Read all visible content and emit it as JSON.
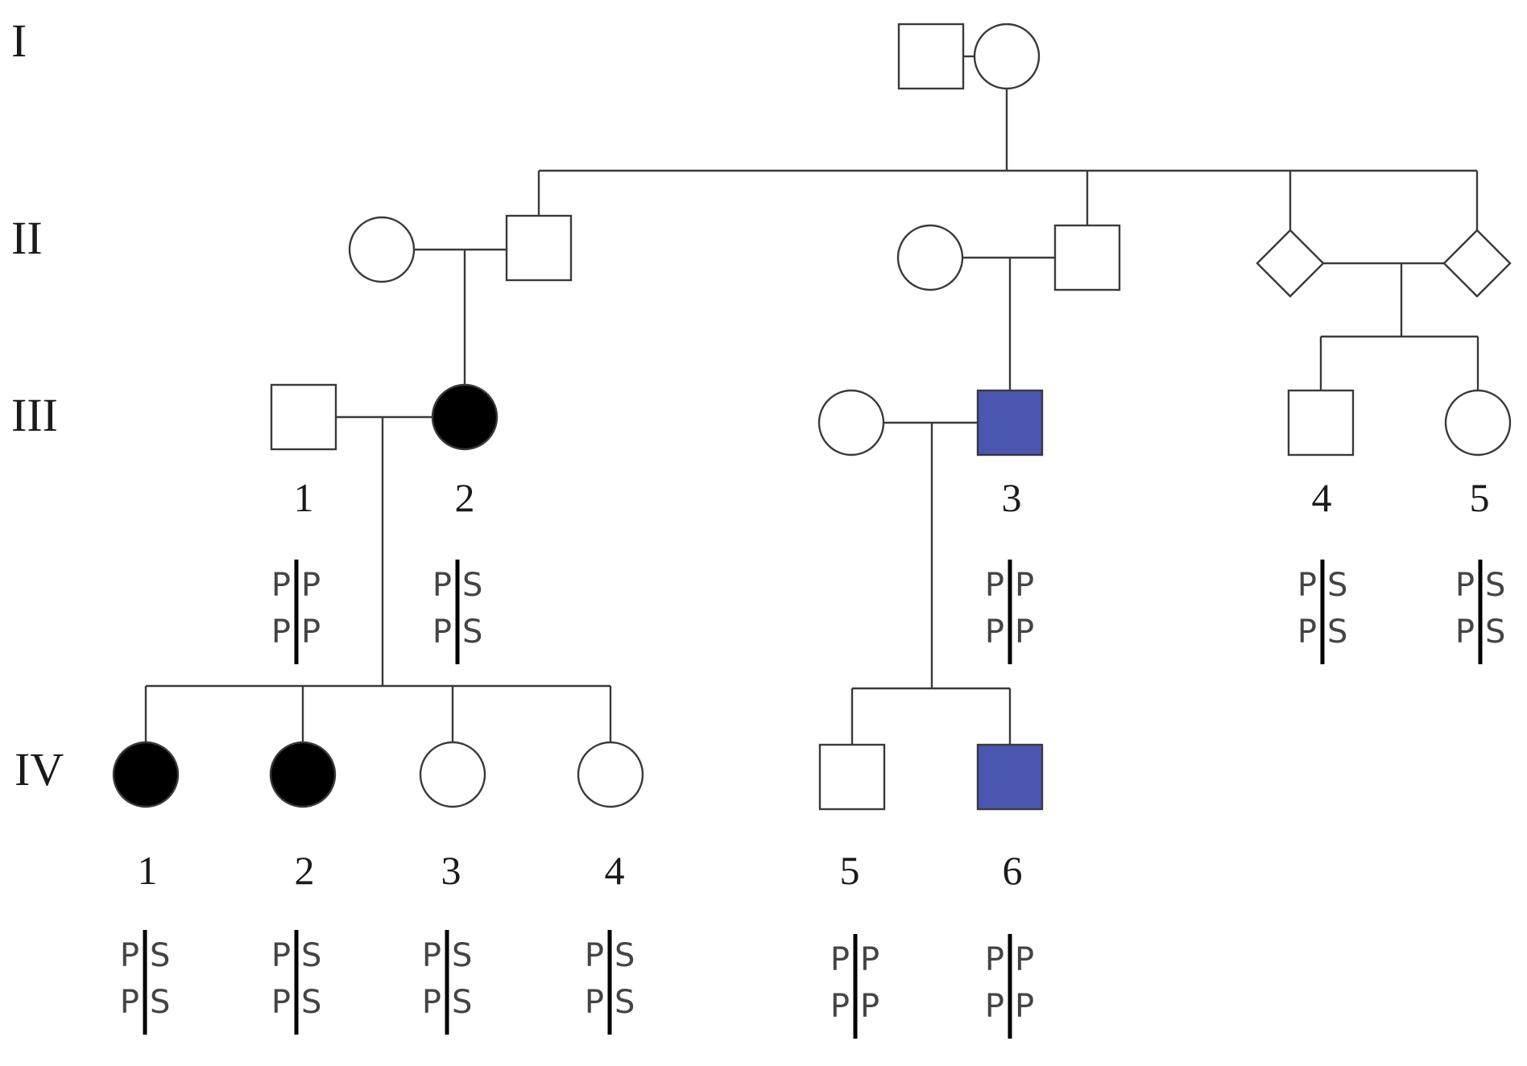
{
  "colors": {
    "stroke": "#3a3a3a",
    "unaffected": "#ffffff",
    "affected_black": "#000000",
    "affected_blue": "#4a56b0"
  },
  "generations": [
    "I",
    "II",
    "III",
    "IV"
  ],
  "individuals": [
    {
      "id": "I-m",
      "generation": "I",
      "sex": "male",
      "affected": "none",
      "number": "",
      "genotype": null
    },
    {
      "id": "I-f",
      "generation": "I",
      "sex": "female",
      "affected": "none",
      "number": "",
      "genotype": null
    },
    {
      "id": "II-a-spouse",
      "generation": "II",
      "sex": "female",
      "affected": "none",
      "number": "",
      "genotype": null
    },
    {
      "id": "II-a",
      "generation": "II",
      "sex": "male",
      "affected": "none",
      "number": "",
      "genotype": null
    },
    {
      "id": "II-b-spouse",
      "generation": "II",
      "sex": "female",
      "affected": "none",
      "number": "",
      "genotype": null
    },
    {
      "id": "II-b",
      "generation": "II",
      "sex": "male",
      "affected": "none",
      "number": "",
      "genotype": null
    },
    {
      "id": "II-c1",
      "generation": "II",
      "sex": "unknown",
      "affected": "none",
      "number": "",
      "genotype": null
    },
    {
      "id": "II-c2",
      "generation": "II",
      "sex": "unknown",
      "affected": "none",
      "number": "",
      "genotype": null
    },
    {
      "id": "III-1",
      "generation": "III",
      "sex": "male",
      "affected": "none",
      "number": "1",
      "genotype": [
        [
          "P",
          "P"
        ],
        [
          "P",
          "P"
        ]
      ]
    },
    {
      "id": "III-2",
      "generation": "III",
      "sex": "female",
      "affected": "black",
      "number": "2",
      "genotype": [
        [
          "P",
          "S"
        ],
        [
          "P",
          "S"
        ]
      ]
    },
    {
      "id": "III-3-spouse",
      "generation": "III",
      "sex": "female",
      "affected": "none",
      "number": "",
      "genotype": null
    },
    {
      "id": "III-3",
      "generation": "III",
      "sex": "male",
      "affected": "blue",
      "number": "3",
      "genotype": [
        [
          "P",
          "P"
        ],
        [
          "P",
          "P"
        ]
      ]
    },
    {
      "id": "III-4",
      "generation": "III",
      "sex": "male",
      "affected": "none",
      "number": "4",
      "genotype": [
        [
          "P",
          "S"
        ],
        [
          "P",
          "S"
        ]
      ]
    },
    {
      "id": "III-5",
      "generation": "III",
      "sex": "female",
      "affected": "none",
      "number": "5",
      "genotype": [
        [
          "P",
          "S"
        ],
        [
          "P",
          "S"
        ]
      ]
    },
    {
      "id": "IV-1",
      "generation": "IV",
      "sex": "female",
      "affected": "black",
      "number": "1",
      "genotype": [
        [
          "P",
          "S"
        ],
        [
          "P",
          "S"
        ]
      ]
    },
    {
      "id": "IV-2",
      "generation": "IV",
      "sex": "female",
      "affected": "black",
      "number": "2",
      "genotype": [
        [
          "P",
          "S"
        ],
        [
          "P",
          "S"
        ]
      ]
    },
    {
      "id": "IV-3",
      "generation": "IV",
      "sex": "female",
      "affected": "none",
      "number": "3",
      "genotype": [
        [
          "P",
          "S"
        ],
        [
          "P",
          "S"
        ]
      ]
    },
    {
      "id": "IV-4",
      "generation": "IV",
      "sex": "female",
      "affected": "none",
      "number": "4",
      "genotype": [
        [
          "P",
          "S"
        ],
        [
          "P",
          "S"
        ]
      ]
    },
    {
      "id": "IV-5",
      "generation": "IV",
      "sex": "male",
      "affected": "none",
      "number": "5",
      "genotype": [
        [
          "P",
          "P"
        ],
        [
          "P",
          "P"
        ]
      ]
    },
    {
      "id": "IV-6",
      "generation": "IV",
      "sex": "male",
      "affected": "blue",
      "number": "6",
      "genotype": [
        [
          "P",
          "P"
        ],
        [
          "P",
          "P"
        ]
      ]
    }
  ],
  "couples": [
    {
      "partners": [
        "I-m",
        "I-f"
      ],
      "children": [
        "II-a",
        "II-b",
        "II-c1",
        "II-c2"
      ]
    },
    {
      "partners": [
        "II-a-spouse",
        "II-a"
      ],
      "children": [
        "III-2"
      ]
    },
    {
      "partners": [
        "II-b-spouse",
        "II-b"
      ],
      "children": [
        "III-3"
      ]
    },
    {
      "partners": [
        "II-c1",
        "II-c2"
      ],
      "children": [
        "III-4",
        "III-5"
      ]
    },
    {
      "partners": [
        "III-1",
        "III-2"
      ],
      "children": [
        "IV-1",
        "IV-2",
        "IV-3",
        "IV-4"
      ]
    },
    {
      "partners": [
        "III-3-spouse",
        "III-3"
      ],
      "children": [
        "IV-5",
        "IV-6"
      ]
    }
  ]
}
